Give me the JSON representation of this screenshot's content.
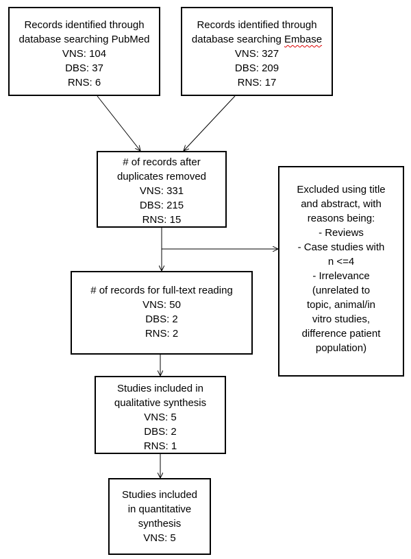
{
  "boxes": {
    "pubmed": {
      "title_line1": "Records identified through",
      "title_line2": "database searching PubMed",
      "vns": "VNS: 104",
      "dbs": "DBS: 37",
      "rns": "RNS: 6"
    },
    "embase": {
      "title_line1": "Records identified through",
      "title_line2_prefix": "database searching ",
      "title_line2_term": "Embase",
      "vns": "VNS: 327",
      "dbs": "DBS: 209",
      "rns": "RNS: 17"
    },
    "after_duplicates": {
      "title_line1": "# of records after",
      "title_line2": "duplicates removed",
      "vns": "VNS: 331",
      "dbs": "DBS: 215",
      "rns": "RNS: 15"
    },
    "full_text": {
      "title": "# of records for full-text reading",
      "vns": "VNS: 50",
      "dbs": "DBS: 2",
      "rns": "RNS: 2"
    },
    "qualitative": {
      "title_line1": "Studies included in",
      "title_line2": "qualitative synthesis",
      "vns": "VNS: 5",
      "dbs": "DBS: 2",
      "rns": "RNS: 1"
    },
    "quantitative": {
      "title_line1": "Studies included",
      "title_line2": "in quantitative",
      "title_line3": "synthesis",
      "vns": "VNS: 5"
    },
    "excluded": {
      "line1": "Excluded using title",
      "line2": "and abstract, with",
      "line3": "reasons being:",
      "line4": "-    Reviews",
      "line5": "-    Case studies with",
      "line6": "n <=4",
      "line7": "-    Irrelevance",
      "line8": "(unrelated to",
      "line9": "topic, animal/in",
      "line10": "vitro studies,",
      "line11": "difference patient",
      "line12": "population)"
    }
  },
  "colors": {
    "line": "#000000",
    "spellcheck_underline": "#dd0000"
  }
}
